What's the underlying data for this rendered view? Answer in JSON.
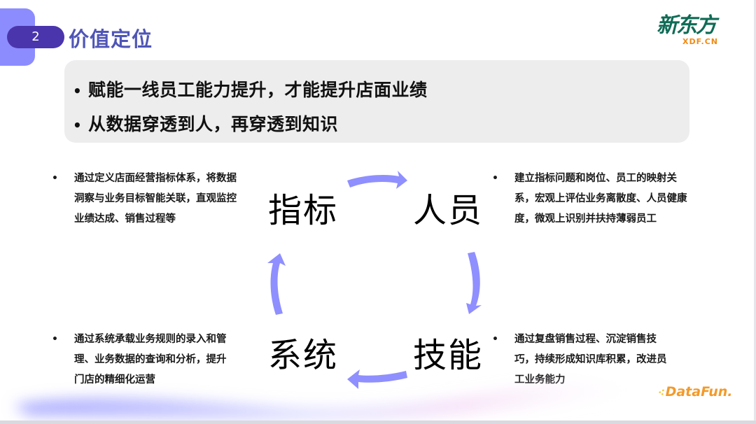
{
  "header": {
    "section_number": "2",
    "title": "价值定位"
  },
  "brand": {
    "name_cn": "新东方",
    "name_en": "XDF.CN",
    "primary_color": "#0f6b55",
    "secondary_color": "#f08a15"
  },
  "summary": {
    "items": [
      "赋能一线员工能力提升，才能提升店面业绩",
      "从数据穿透到人，再穿透到知识"
    ]
  },
  "cycle": {
    "nodes": [
      "指标",
      "人员",
      "技能",
      "系统"
    ],
    "arrow_color": "#8f8fff"
  },
  "descriptions": {
    "top_left": "通过定义店面经营指标体系，将数据洞察与业务目标智能关联，直观监控业绩达成、销售过程等",
    "top_right": "建立指标问题和岗位、员工的映射关系，宏观上评估业务离散度、人员健康度，微观上识别并扶持薄弱员工",
    "bottom_left": "通过系统承载业务规则的录入和管理、业务数据的查询和分析，提升门店的精细化运营",
    "bottom_right": "通过复盘销售过程、沉淀销售技巧，持续形成知识库积累，改进员工业务能力"
  },
  "bullet_glyph": "•",
  "footer": {
    "logo_dots": "⁖",
    "logo_text": "DataFun."
  },
  "colors": {
    "accent_purple": "#4b35ad",
    "accent_lavender": "#8c8cff",
    "title_color": "#4f55b7",
    "summary_bg": "#ededed"
  }
}
